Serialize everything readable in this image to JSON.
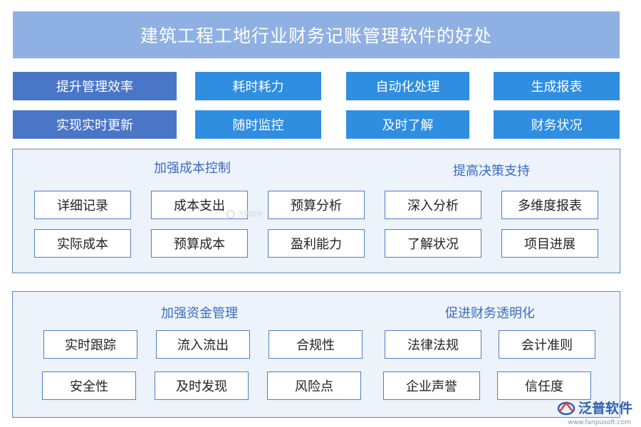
{
  "title": "建筑工程工地行业财务记账管理软件的好处",
  "top_buttons": {
    "row1": [
      "提升管理效率",
      "耗时耗力",
      "自动化处理",
      "生成报表"
    ],
    "row2": [
      "实现实时更新",
      "随时监控",
      "及时了解",
      "财务状况"
    ]
  },
  "panel1": {
    "left_title": "加强成本控制",
    "right_title": "提高决策支持",
    "row1": [
      "详细记录",
      "成本支出",
      "预算分析",
      "深入分析",
      "多维度报表"
    ],
    "row2": [
      "实际成本",
      "预算成本",
      "盈利能力",
      "了解状况",
      "项目进展"
    ]
  },
  "panel2": {
    "left_title": "加强资金管理",
    "right_title": "促进财务透明化",
    "row1": [
      "实时跟踪",
      "流入流出",
      "合规性",
      "法律法规",
      "会计准则"
    ],
    "row2": [
      "安全性",
      "及时发现",
      "风险点",
      "企业声誉",
      "信任度"
    ]
  },
  "watermark": "泛普软件",
  "logo": {
    "text": "泛普软件",
    "url": "www.fanpusoft.com",
    "icon": "fanpu-logo-icon"
  },
  "colors": {
    "title_bg": "#8fb0e3",
    "button_dark": "#4a76c8",
    "button_mid": "#2f8ee0",
    "panel_bg": "#edf3fb",
    "panel_border": "#5f86c6",
    "item_border": "#4f7fc8"
  }
}
